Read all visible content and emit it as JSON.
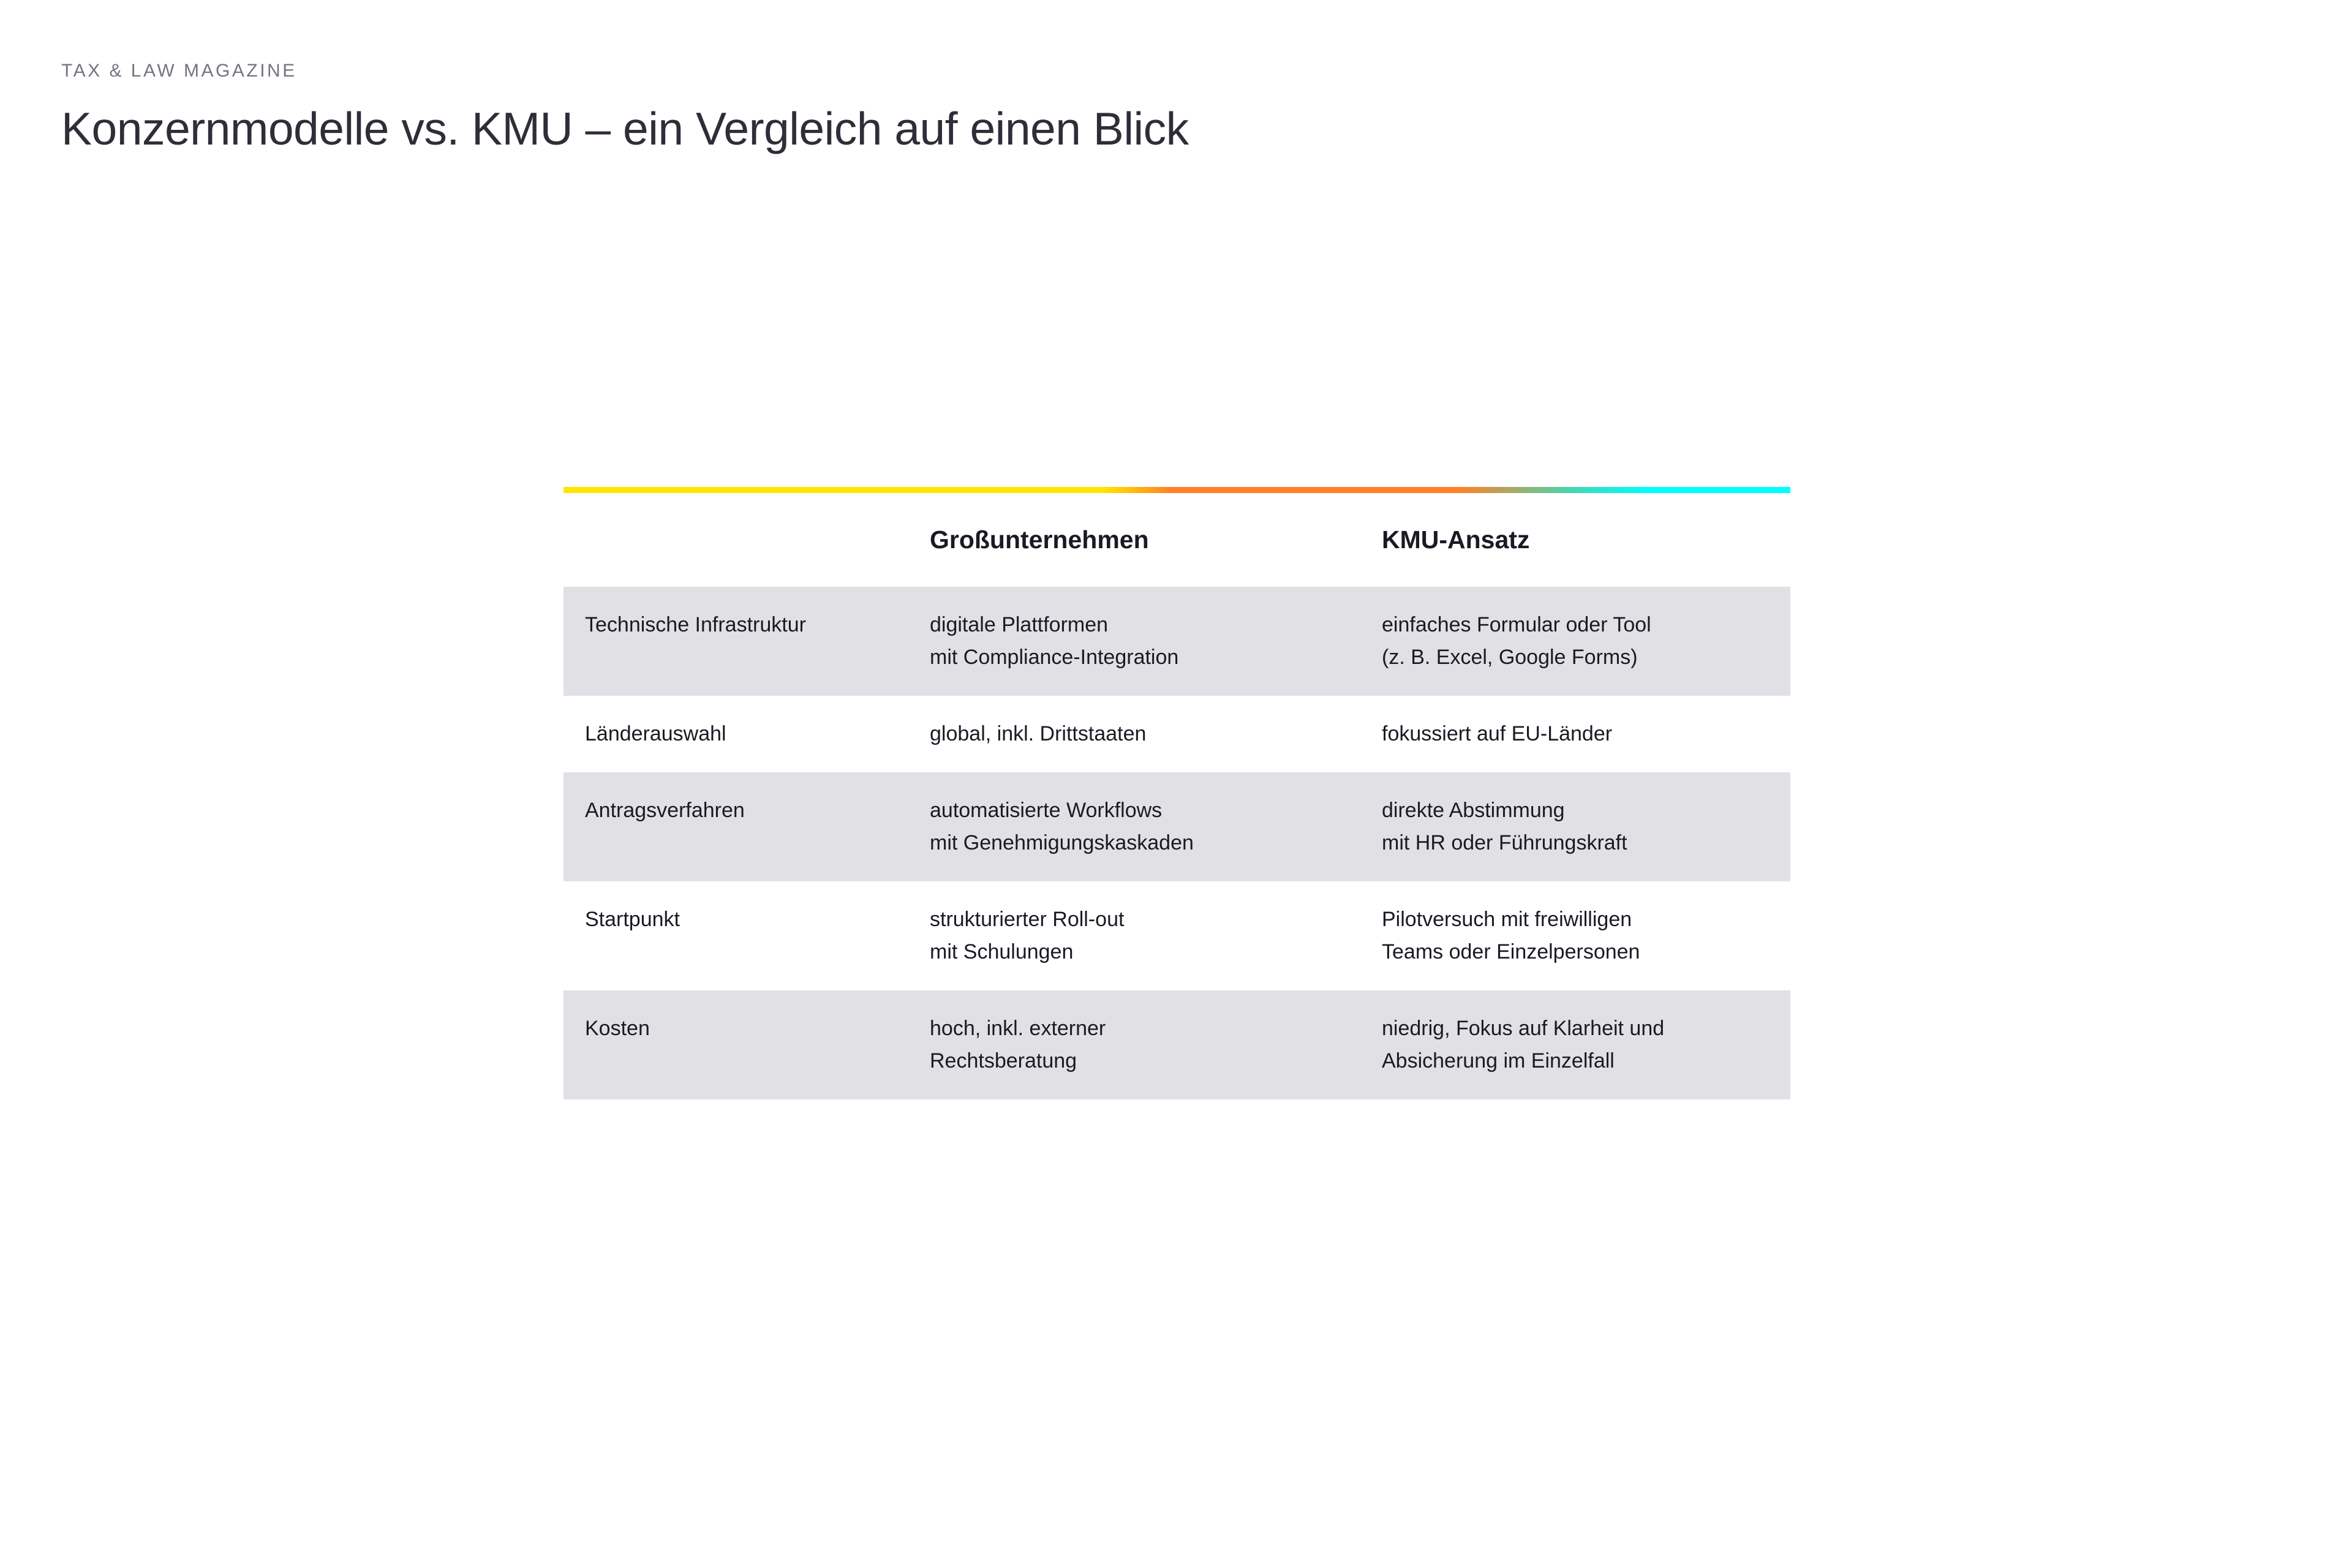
{
  "page": {
    "eyebrow": "TAX & LAW MAGAZINE",
    "title": "Konzernmodelle vs. KMU – ein Vergleich auf einen Blick"
  },
  "table": {
    "header": {
      "grossunternehmen": "Großunternehmen",
      "kmu": "KMU-Ansatz"
    },
    "rows": [
      {
        "label": "Technische Infrastruktur",
        "grossunternehmen": "digitale Plattformen\nmit Compliance-Integration",
        "kmu": "einfaches Formular oder Tool\n(z. B. Excel, Google Forms)"
      },
      {
        "label": "Länderauswahl",
        "grossunternehmen": "global, inkl. Drittstaaten",
        "kmu": "fokussiert auf EU-Länder"
      },
      {
        "label": "Antragsverfahren",
        "grossunternehmen": "automatisierte Workflows\nmit Genehmigungskaskaden",
        "kmu": "direkte Abstimmung\nmit HR oder Führungskraft"
      },
      {
        "label": "Startpunkt",
        "grossunternehmen": "strukturierter Roll-out\nmit Schulungen",
        "kmu": "Pilotversuch mit freiwilligen\nTeams oder Einzelpersonen"
      },
      {
        "label": "Kosten",
        "grossunternehmen": "hoch, inkl. externer\nRechtsberatung",
        "kmu": "niedrig, Fokus auf Klarheit und\nAbsicherung im Einzelfall"
      }
    ]
  },
  "colors": {
    "gradient_yellow": "#FFE600",
    "gradient_orange": "#FF8126",
    "gradient_teal": "#3FD9B5",
    "gradient_cyan": "#00FFFF",
    "row_shaded_bg": "#E1E0E5",
    "title_text": "#2E2E38",
    "eyebrow_text": "#747480",
    "body_text": "#1A1A24"
  }
}
